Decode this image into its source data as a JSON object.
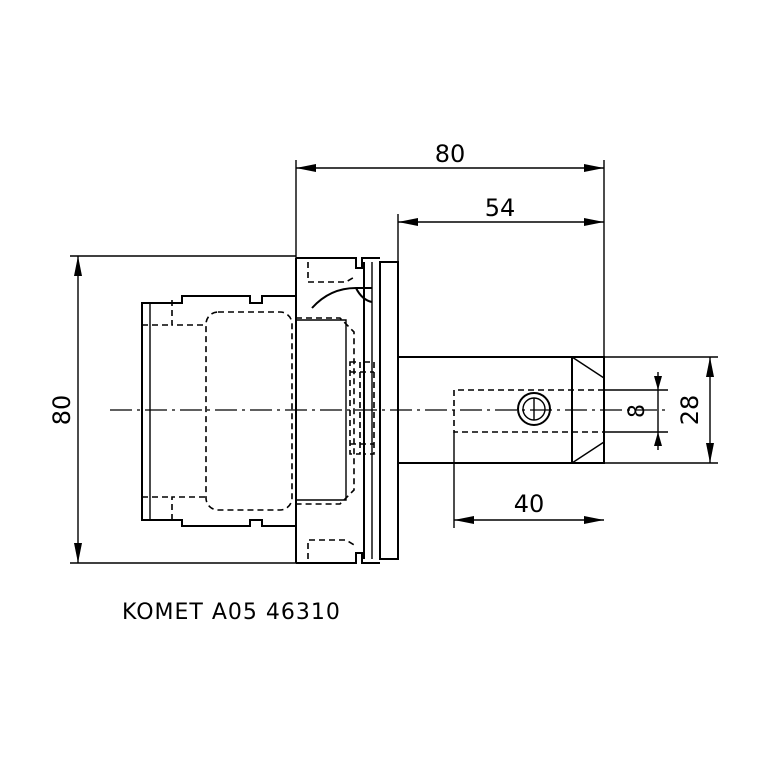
{
  "drawing": {
    "dimensions": {
      "overall_length": "80",
      "shank_length": "54",
      "flange_diameter": "80",
      "bore_depth": "40",
      "bore_diameter": "8",
      "shank_diameter": "28"
    },
    "part_label": "KOMET A05 46310",
    "colors": {
      "line": "#000000",
      "background": "#ffffff"
    }
  }
}
